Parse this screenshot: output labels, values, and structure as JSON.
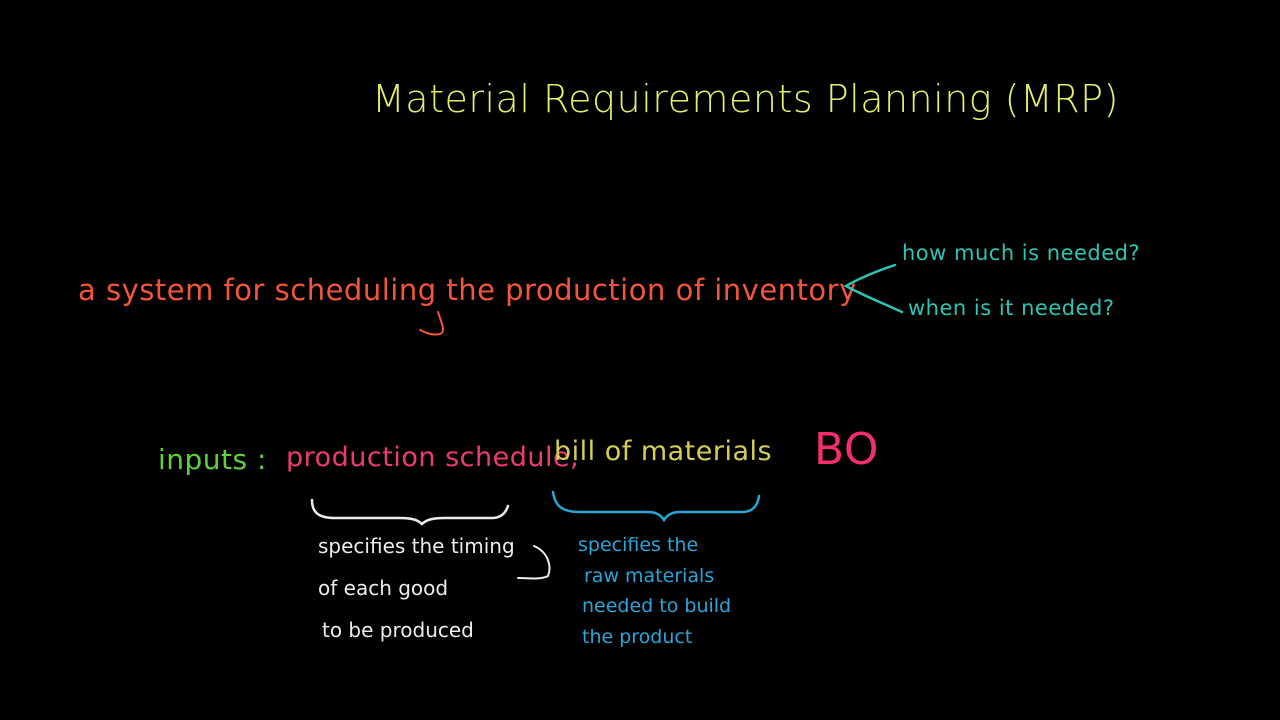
{
  "board": {
    "title": "Material Requirements Planning (MRP)",
    "definition": "a system for scheduling the production of inventory",
    "questions": [
      "how much is needed?",
      "when is it needed?"
    ],
    "inputs_label": "inputs :",
    "input_production_schedule": "production schedule,",
    "input_bill_of_materials": "bill of materials",
    "abbreviation": "BO",
    "note_production_schedule": [
      "specifies the timing",
      "of each good",
      "to be produced"
    ],
    "note_bill_of_materials": [
      "specifies the",
      "raw materials",
      "needed to build",
      "the product"
    ]
  },
  "colors": {
    "background": "#000000",
    "title": "#e6ef6b",
    "definition": "#f2553a",
    "questions": "#2ec4b4",
    "inputs_label": "#5fd03c",
    "production_schedule": "#ee3b6d",
    "bill_of_materials": "#d6cf55",
    "abbreviation": "#f0306a",
    "note_production_schedule": "#ececec",
    "note_bill_of_materials": "#2aa5d8"
  }
}
